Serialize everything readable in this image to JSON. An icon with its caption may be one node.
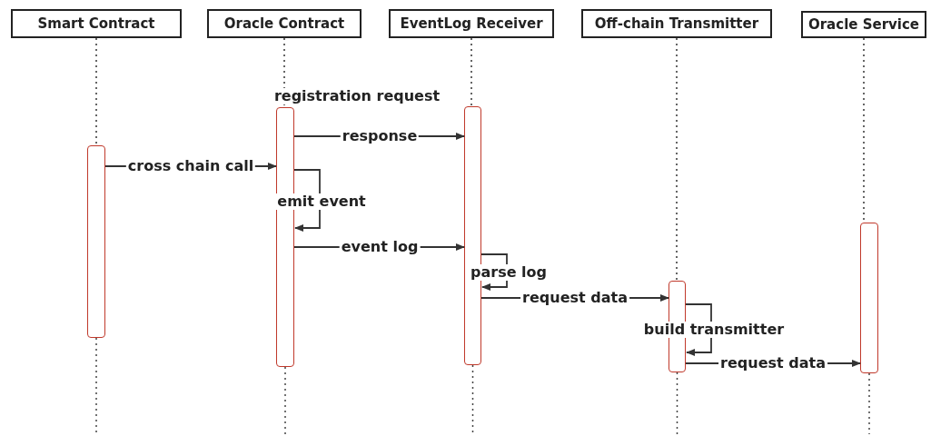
{
  "diagram": {
    "nodes": [
      {
        "text": [
          "Smart Contract"
        ]
      },
      {
        "text": [
          "Oracle Contract"
        ]
      },
      {
        "text": [
          "EventLog Receiver"
        ]
      },
      {
        "text": [
          "Off-chain Transmitter"
        ]
      },
      {
        "text": [
          "Oracle Service"
        ]
      },
      {
        "text": [],
        "shape": "bar"
      },
      {
        "text": [],
        "shape": "bar",
        "beside": [
          "registration request"
        ]
      },
      {
        "text": [],
        "shape": "bar"
      },
      {
        "text": [],
        "shape": "bar"
      },
      {
        "text": [],
        "shape": "bar"
      }
    ],
    "edges": [
      {
        "from": 0,
        "to": 5,
        "arrow": "none",
        "style": "dashed"
      },
      {
        "from": 1,
        "to": 6,
        "arrow": "none",
        "style": "dashed"
      },
      {
        "from": 2,
        "to": 7,
        "arrow": "none",
        "style": "dashed"
      },
      {
        "from": 3,
        "to": 8,
        "arrow": "none",
        "style": "dashed"
      },
      {
        "from": 4,
        "to": 9,
        "arrow": "none",
        "style": "dashed"
      },
      {
        "from": 6,
        "to": 7,
        "arrow": "to",
        "label": "response"
      },
      {
        "from": 5,
        "to": 6,
        "arrow": "to",
        "label": "cross chain call"
      },
      {
        "from": 6,
        "to": 6,
        "arrow": "to",
        "label": "emit event"
      },
      {
        "from": 6,
        "to": 7,
        "arrow": "to",
        "label": "event log"
      },
      {
        "from": 7,
        "to": 7,
        "arrow": "to",
        "label": "parse log"
      },
      {
        "from": 7,
        "to": 8,
        "arrow": "to",
        "label": "request data"
      },
      {
        "from": 8,
        "to": 8,
        "arrow": "to",
        "label": "build transmitter"
      },
      {
        "from": 8,
        "to": 9,
        "arrow": "to",
        "label": "request data"
      }
    ]
  }
}
